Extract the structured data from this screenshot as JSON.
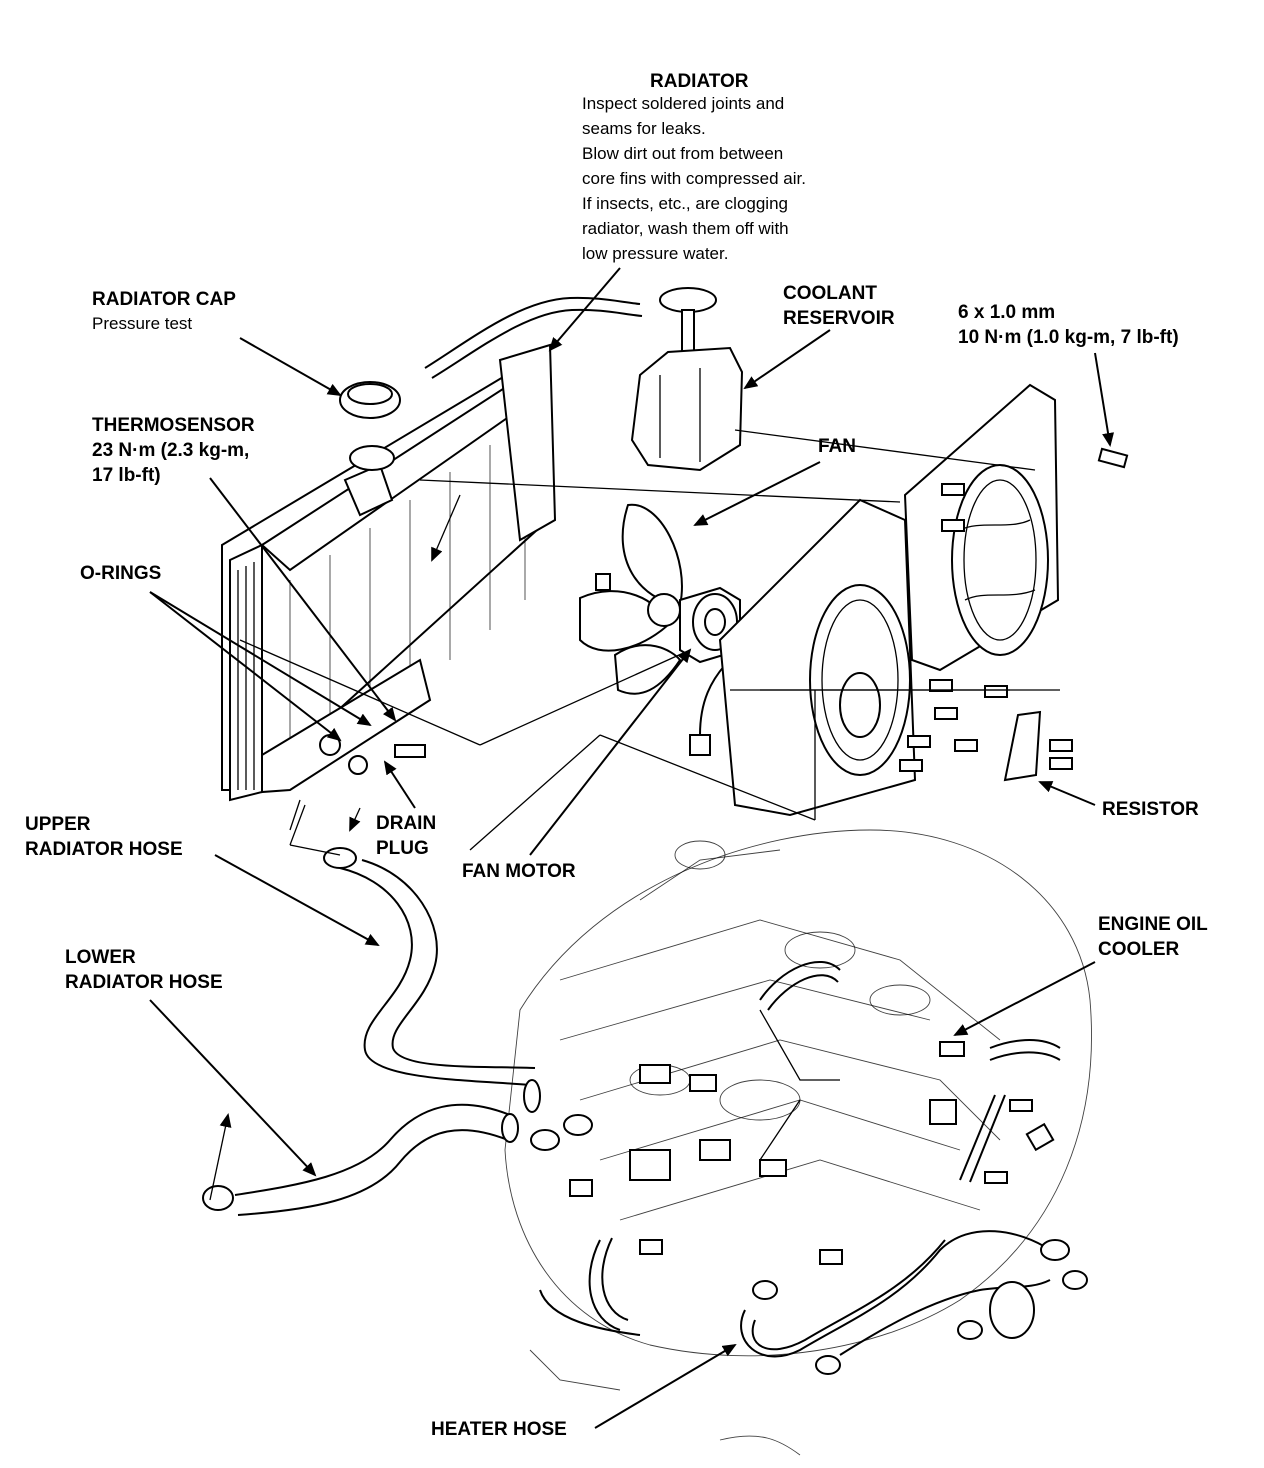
{
  "labels": {
    "radiator": {
      "title": "RADIATOR",
      "lines": [
        "Inspect soldered joints and",
        "seams for leaks.",
        "Blow dirt out from between",
        "core fins with compressed air.",
        "If insects, etc., are clogging",
        "radiator, wash them off with",
        "low pressure water."
      ]
    },
    "radiator_cap": {
      "title": "RADIATOR CAP",
      "note": "Pressure test"
    },
    "coolant_reservoir": {
      "lines": [
        "COOLANT",
        "RESERVOIR"
      ]
    },
    "bolt_spec": {
      "lines": [
        "6 x 1.0 mm",
        "10 N·m (1.0 kg-m, 7 lb-ft)"
      ]
    },
    "thermosensor": {
      "lines": [
        "THERMOSENSOR",
        "23 N·m (2.3 kg-m,",
        "17 lb-ft)"
      ]
    },
    "fan": {
      "title": "FAN"
    },
    "o_rings": {
      "title": "O-RINGS"
    },
    "resistor": {
      "title": "RESISTOR"
    },
    "upper_radiator_hose": {
      "lines": [
        "UPPER",
        "RADIATOR HOSE"
      ]
    },
    "drain_plug": {
      "lines": [
        "DRAIN",
        "PLUG"
      ]
    },
    "fan_motor": {
      "title": "FAN MOTOR"
    },
    "engine_oil_cooler": {
      "lines": [
        "ENGINE OIL",
        "COOLER"
      ]
    },
    "lower_radiator_hose": {
      "lines": [
        "LOWER",
        "RADIATOR HOSE"
      ]
    },
    "heater_hose": {
      "title": "HEATER HOSE"
    }
  }
}
